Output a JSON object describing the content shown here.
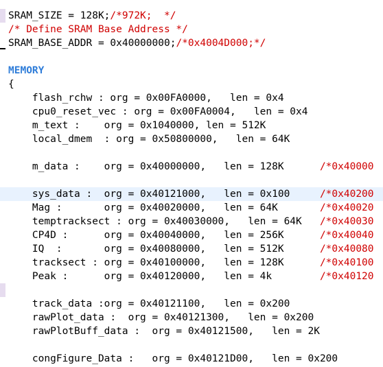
{
  "editor": {
    "lines": [
      {
        "row": 0,
        "segments": [
          {
            "text": "SRAM_SIZE = 128K;",
            "kind": "code"
          },
          {
            "text": "/*972K;  */",
            "kind": "comment"
          }
        ]
      },
      {
        "row": 1,
        "segments": [
          {
            "text": "/* Define SRAM Base Address */",
            "kind": "comment"
          }
        ]
      },
      {
        "row": 2,
        "segments": [
          {
            "text": "SRAM_BASE_ADDR = 0x40000000;",
            "kind": "code"
          },
          {
            "text": "/*0x4004D000;*/",
            "kind": "comment"
          }
        ]
      },
      {
        "row": 4,
        "segments": [
          {
            "text": "MEMORY",
            "kind": "keyword"
          }
        ]
      },
      {
        "row": 5,
        "segments": [
          {
            "text": "{",
            "kind": "code"
          }
        ]
      },
      {
        "row": 6,
        "segments": [
          {
            "text": "    flash_rchw : org = 0x00FA0000,   len = 0x4",
            "kind": "code"
          }
        ]
      },
      {
        "row": 7,
        "segments": [
          {
            "text": "    cpu0_reset_vec : org = 0x00FA0004,   len = 0x4",
            "kind": "code"
          }
        ]
      },
      {
        "row": 8,
        "segments": [
          {
            "text": "    m_text :    org = 0x1040000, len = 512K",
            "kind": "code"
          }
        ]
      },
      {
        "row": 9,
        "segments": [
          {
            "text": "    local_dmem  : org = 0x50800000,   len = 64K",
            "kind": "code"
          }
        ]
      },
      {
        "row": 11,
        "segments": [
          {
            "text": "    m_data :    org = 0x40000000,   len = 128K      ",
            "kind": "code"
          },
          {
            "text": "/*0x40000",
            "kind": "comment"
          }
        ]
      },
      {
        "row": 13,
        "segments": [
          {
            "text": "    sys_data :  org = 0x40121000,   len = 0x100     ",
            "kind": "code"
          },
          {
            "text": "/*0x40200",
            "kind": "comment"
          }
        ]
      },
      {
        "row": 14,
        "segments": [
          {
            "text": "    Mag :       org = 0x40020000,   len = 64K       ",
            "kind": "code"
          },
          {
            "text": "/*0x40020",
            "kind": "comment"
          }
        ]
      },
      {
        "row": 15,
        "segments": [
          {
            "text": "    temptracksect : org = 0x40030000,   len = 64K   ",
            "kind": "code"
          },
          {
            "text": "/*0x40030",
            "kind": "comment"
          }
        ]
      },
      {
        "row": 16,
        "segments": [
          {
            "text": "    CP4D :      org = 0x40040000,   len = 256K      ",
            "kind": "code"
          },
          {
            "text": "/*0x40040",
            "kind": "comment"
          }
        ]
      },
      {
        "row": 17,
        "segments": [
          {
            "text": "    IQ  :       org = 0x40080000,   len = 512K      ",
            "kind": "code"
          },
          {
            "text": "/*0x40080",
            "kind": "comment"
          }
        ]
      },
      {
        "row": 18,
        "segments": [
          {
            "text": "    tracksect : org = 0x40100000,   len = 128K      ",
            "kind": "code"
          },
          {
            "text": "/*0x40100",
            "kind": "comment"
          }
        ]
      },
      {
        "row": 19,
        "segments": [
          {
            "text": "    Peak :      org = 0x40120000,   len = 4k        ",
            "kind": "code"
          },
          {
            "text": "/*0x40120",
            "kind": "comment"
          }
        ]
      },
      {
        "row": 21,
        "segments": [
          {
            "text": "    track_data :org = 0x40121100,   len = 0x200",
            "kind": "code"
          }
        ]
      },
      {
        "row": 22,
        "segments": [
          {
            "text": "    rawPlot_data :  org = 0x40121300,   len = 0x200",
            "kind": "code"
          }
        ]
      },
      {
        "row": 23,
        "segments": [
          {
            "text": "    rawPlotBuff_data :  org = 0x40121500,   len = 2K",
            "kind": "code"
          }
        ]
      },
      {
        "row": 25,
        "segments": [
          {
            "text": "    congFigure_Data :   org = 0x40121D00,   len = 0x200",
            "kind": "code"
          }
        ]
      }
    ],
    "highlighted_row": 13,
    "gutter_marks": [
      0,
      13,
      20
    ],
    "caret_row": 2,
    "colors": {
      "code": "#000000",
      "comment": "#d00000",
      "keyword": "#2f7dd9",
      "current_line": "#e8f2fe",
      "gutter_mark": "#e6dcef"
    }
  }
}
